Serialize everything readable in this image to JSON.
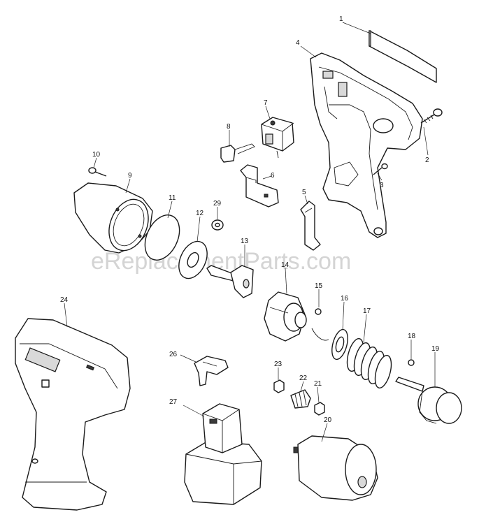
{
  "watermark": "eReplacementParts.com",
  "parts": [
    {
      "id": "p1",
      "label": "1"
    },
    {
      "id": "p2",
      "label": "2"
    },
    {
      "id": "p3",
      "label": "3"
    },
    {
      "id": "p4",
      "label": "4"
    },
    {
      "id": "p5",
      "label": "5"
    },
    {
      "id": "p6",
      "label": "6"
    },
    {
      "id": "p7",
      "label": "7"
    },
    {
      "id": "p8",
      "label": "8"
    },
    {
      "id": "p9",
      "label": "9"
    },
    {
      "id": "p10",
      "label": "10"
    },
    {
      "id": "p11",
      "label": "11"
    },
    {
      "id": "p12",
      "label": "12"
    },
    {
      "id": "p13",
      "label": "13"
    },
    {
      "id": "p14",
      "label": "14"
    },
    {
      "id": "p15",
      "label": "15"
    },
    {
      "id": "p16",
      "label": "16"
    },
    {
      "id": "p17",
      "label": "17"
    },
    {
      "id": "p18",
      "label": "18"
    },
    {
      "id": "p19",
      "label": "19"
    },
    {
      "id": "p20",
      "label": "20"
    },
    {
      "id": "p21",
      "label": "21"
    },
    {
      "id": "p22",
      "label": "22"
    },
    {
      "id": "p23",
      "label": "23"
    },
    {
      "id": "p24",
      "label": "24"
    },
    {
      "id": "p26",
      "label": "26"
    },
    {
      "id": "p27",
      "label": "27"
    },
    {
      "id": "p29",
      "label": "29"
    }
  ]
}
